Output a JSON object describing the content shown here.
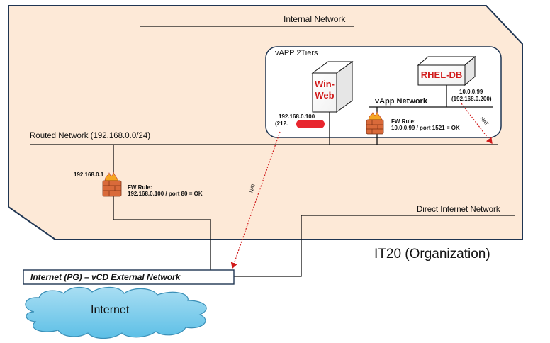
{
  "internal_network": {
    "label": "Internal Network"
  },
  "vapp": {
    "title": "vAPP 2Tiers",
    "network_label": "vApp Network"
  },
  "servers": {
    "win_web": {
      "name_line1": "Win-",
      "name_line2": "Web"
    },
    "rhel_db": {
      "name": "RHEL-DB"
    }
  },
  "addresses": {
    "win_web_ip": "192.168.0.100",
    "win_web_public_ip": "(212.",
    "rhel_db_ip": "10.0.0.99",
    "rhel_db_routed_ip": "(192.168.0.200)",
    "edge_ip": "192.168.0.1"
  },
  "routed_network": {
    "label": "Routed Network (192.168.0.0/24)"
  },
  "firewalls": {
    "vapp_fw": {
      "title": "FW Rule:",
      "rule": "10.0.0.99 / port 1521 = OK"
    },
    "edge_fw": {
      "title": "FW Rule:",
      "rule": "192.168.0.100 / port 80 = OK"
    }
  },
  "nat_labels": [
    "NAT",
    "NAT"
  ],
  "direct_network": {
    "label": "Direct Internet Network"
  },
  "organization": {
    "label": "IT20 (Organization)"
  },
  "external_network": {
    "label": "Internet (PG) – vCD External Network"
  },
  "internet_cloud": {
    "label": "Internet"
  },
  "colors": {
    "org_fill": "#fde9d7",
    "cloud_fill": "#7fcdec",
    "nat_arrow": "#d11a1a",
    "server_name": "#d11a1a",
    "redaction": "#e8262e"
  }
}
